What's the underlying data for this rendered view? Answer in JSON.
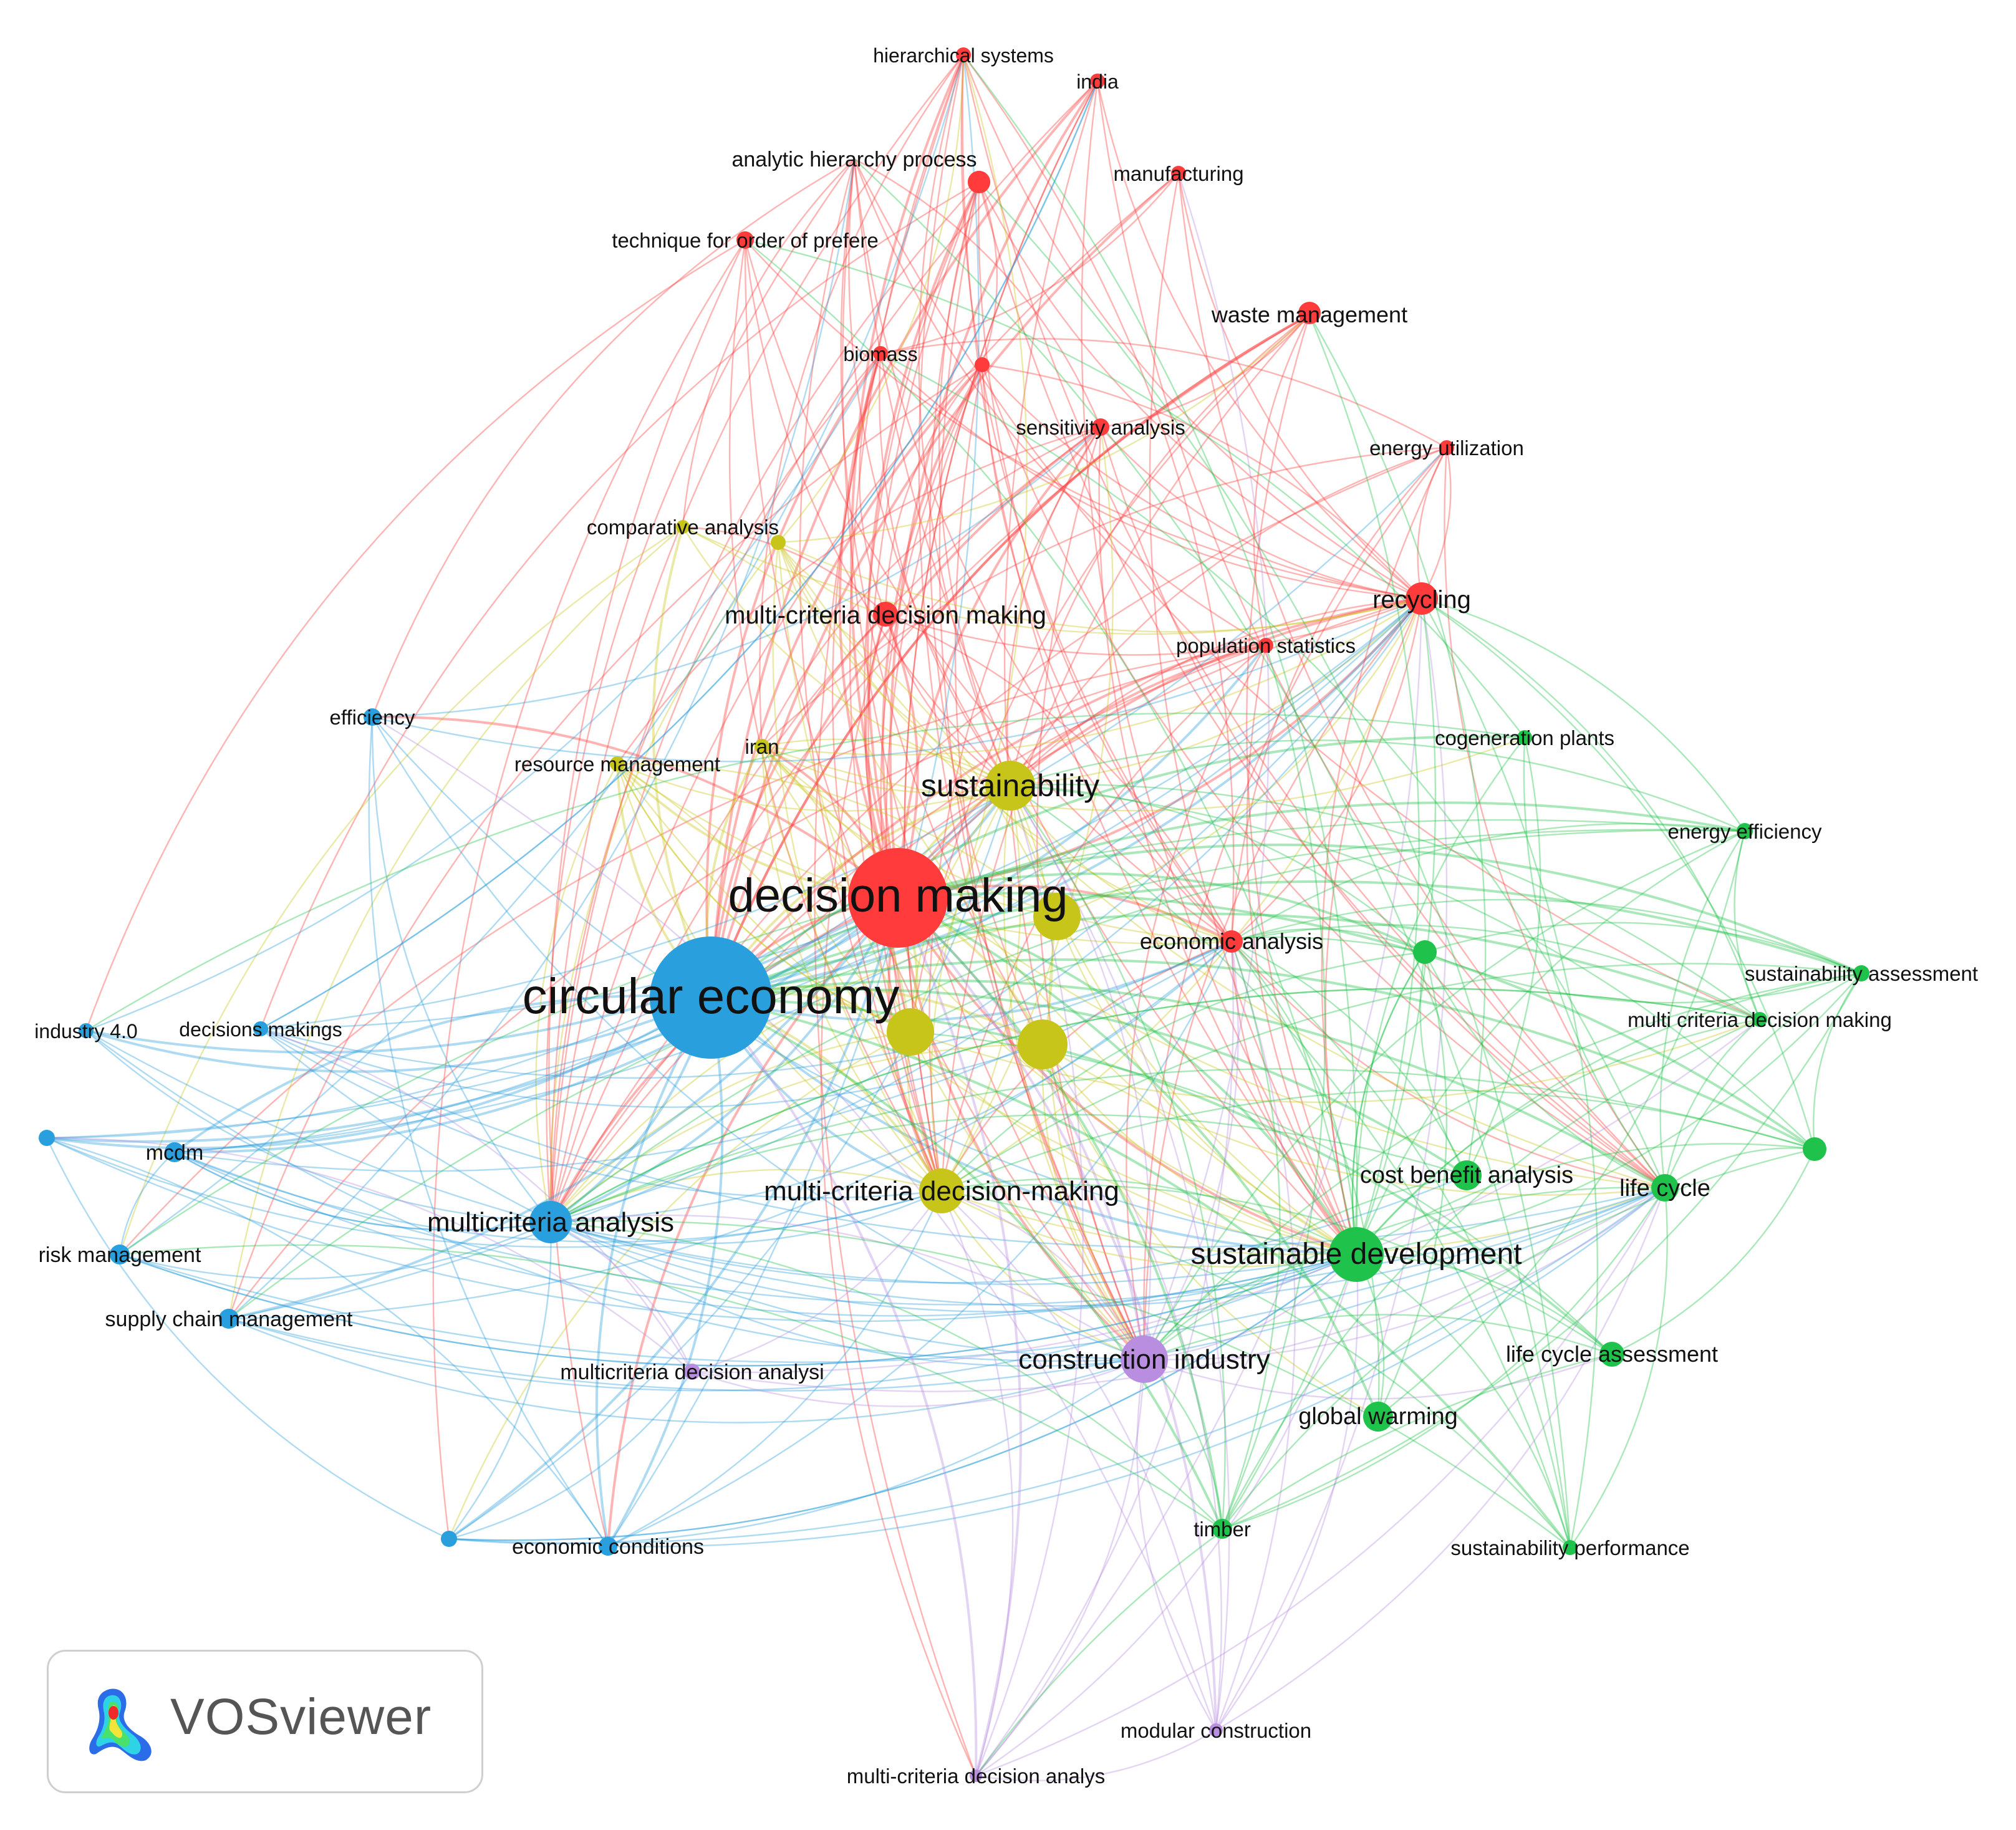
{
  "colors": {
    "red": "#ff3b3b",
    "green": "#1fc24a",
    "blue": "#2a9fde",
    "yellow": "#c8c51a",
    "purple": "#b98ee0"
  },
  "nodes": [
    {
      "id": "decision-making",
      "label": "decision making",
      "cluster": "red",
      "weight": 10
    },
    {
      "id": "circular-economy",
      "label": "circular economy",
      "cluster": "blue",
      "weight": 12
    },
    {
      "id": "sustainability",
      "label": "sustainability",
      "cluster": "yellow",
      "weight": 5
    },
    {
      "id": "recycling",
      "label": "recycling",
      "cluster": "red",
      "weight": 3.5
    },
    {
      "id": "multi-criteria-decision-making",
      "label": "multi-criteria decision making",
      "cluster": "red",
      "weight": 2.5
    },
    {
      "id": "waste-management",
      "label": "waste management",
      "cluster": "red",
      "weight": 2.5
    },
    {
      "id": "analytic-hierarchy-process",
      "label": "analytic hierarchy process",
      "cluster": "red",
      "weight": 2
    },
    {
      "id": "hierarchical-systems",
      "label": "hierarchical systems",
      "cluster": "red",
      "weight": 1.6
    },
    {
      "id": "india",
      "label": "india",
      "cluster": "red",
      "weight": 1.6
    },
    {
      "id": "manufacturing",
      "label": "manufacturing",
      "cluster": "red",
      "weight": 1.6
    },
    {
      "id": "technique-for-order",
      "label": "technique for order of prefere",
      "cluster": "red",
      "weight": 1.8
    },
    {
      "id": "biomass",
      "label": "biomass",
      "cluster": "red",
      "weight": 1.6
    },
    {
      "id": "sensitivity-analysis",
      "label": "sensitivity analysis",
      "cluster": "red",
      "weight": 1.8
    },
    {
      "id": "energy-utilization",
      "label": "energy utilization",
      "cluster": "red",
      "weight": 1.6
    },
    {
      "id": "population-statistics",
      "label": "population statistics",
      "cluster": "red",
      "weight": 1.6
    },
    {
      "id": "economic-analysis",
      "label": "economic analysis",
      "cluster": "red",
      "weight": 2
    },
    {
      "id": "red-unlabeled-1",
      "label": "",
      "cluster": "red",
      "weight": 2.2
    },
    {
      "id": "red-unlabeled-2",
      "label": "",
      "cluster": "red",
      "weight": 1.5
    },
    {
      "id": "comparative-analysis",
      "label": "comparative analysis",
      "cluster": "yellow",
      "weight": 1.4
    },
    {
      "id": "yellow-unlabeled-1",
      "label": "",
      "cluster": "yellow",
      "weight": 1.5
    },
    {
      "id": "resource-management",
      "label": "resource management",
      "cluster": "yellow",
      "weight": 1.5
    },
    {
      "id": "iran",
      "label": "iran",
      "cluster": "yellow",
      "weight": 1.5
    },
    {
      "id": "multi-criteria-decision-making-2",
      "label": "multi-criteria decision-making",
      "cluster": "yellow",
      "weight": 3.4
    },
    {
      "id": "yellow-unlabeled-2",
      "label": "",
      "cluster": "yellow",
      "weight": 3.5
    },
    {
      "id": "yellow-unlabeled-3",
      "label": "",
      "cluster": "yellow",
      "weight": 3.5
    },
    {
      "id": "yellow-unlabeled-4",
      "label": "",
      "cluster": "yellow",
      "weight": 3.6
    },
    {
      "id": "efficiency",
      "label": "efficiency",
      "cluster": "blue",
      "weight": 1.6
    },
    {
      "id": "industry-4-0",
      "label": "industry 4.0",
      "cluster": "blue",
      "weight": 1.5
    },
    {
      "id": "decisions-makings",
      "label": "decisions makings",
      "cluster": "blue",
      "weight": 1.5
    },
    {
      "id": "mcdm",
      "label": "mcdm",
      "cluster": "blue",
      "weight": 1.8
    },
    {
      "id": "blue-unlabeled-1",
      "label": "",
      "cluster": "blue",
      "weight": 1.4
    },
    {
      "id": "risk-management",
      "label": "risk management",
      "cluster": "blue",
      "weight": 1.8
    },
    {
      "id": "supply-chain-management",
      "label": "supply chain management",
      "cluster": "blue",
      "weight": 1.8
    },
    {
      "id": "multicriteria-analysis",
      "label": "multicriteria analysis",
      "cluster": "blue",
      "weight": 3
    },
    {
      "id": "blue-unlabeled-2",
      "label": "",
      "cluster": "blue",
      "weight": 1.4
    },
    {
      "id": "economic-conditions",
      "label": "economic conditions",
      "cluster": "blue",
      "weight": 1.7
    },
    {
      "id": "multicriteria-decision-analysi",
      "label": "multicriteria decision analysi",
      "cluster": "purple",
      "weight": 1.5
    },
    {
      "id": "construction-industry",
      "label": "construction industry",
      "cluster": "purple",
      "weight": 3.3
    },
    {
      "id": "modular-construction",
      "label": "modular construction",
      "cluster": "purple",
      "weight": 1.4
    },
    {
      "id": "multi-criteria-decision-analys",
      "label": "multi-criteria decision analys",
      "cluster": "purple",
      "weight": 1.3
    },
    {
      "id": "cogeneration-plants",
      "label": "cogeneration plants",
      "cluster": "green",
      "weight": 1.5
    },
    {
      "id": "energy-efficiency",
      "label": "energy efficiency",
      "cluster": "green",
      "weight": 1.6
    },
    {
      "id": "green-unlabeled-1",
      "label": "",
      "cluster": "green",
      "weight": 2
    },
    {
      "id": "sustainability-assessment",
      "label": "sustainability assessment",
      "cluster": "green",
      "weight": 1.6
    },
    {
      "id": "multi-criteria-decision-making-3",
      "label": "multi criteria decision making",
      "cluster": "green",
      "weight": 1.5
    },
    {
      "id": "green-unlabeled-2",
      "label": "",
      "cluster": "green",
      "weight": 2
    },
    {
      "id": "cost-benefit-analysis",
      "label": "cost benefit analysis",
      "cluster": "green",
      "weight": 2.6
    },
    {
      "id": "life-cycle",
      "label": "life cycle",
      "cluster": "green",
      "weight": 2.4
    },
    {
      "id": "sustainable-development",
      "label": "sustainable development",
      "cluster": "green",
      "weight": 4.2
    },
    {
      "id": "life-cycle-assessment",
      "label": "life cycle assessment",
      "cluster": "green",
      "weight": 2.2
    },
    {
      "id": "global-warming",
      "label": "global warming",
      "cluster": "green",
      "weight": 2.6
    },
    {
      "id": "timber",
      "label": "timber",
      "cluster": "green",
      "weight": 1.8
    },
    {
      "id": "sustainability-performance",
      "label": "sustainability performance",
      "cluster": "green",
      "weight": 1.4
    }
  ],
  "logo": {
    "text": "VOSviewer"
  }
}
